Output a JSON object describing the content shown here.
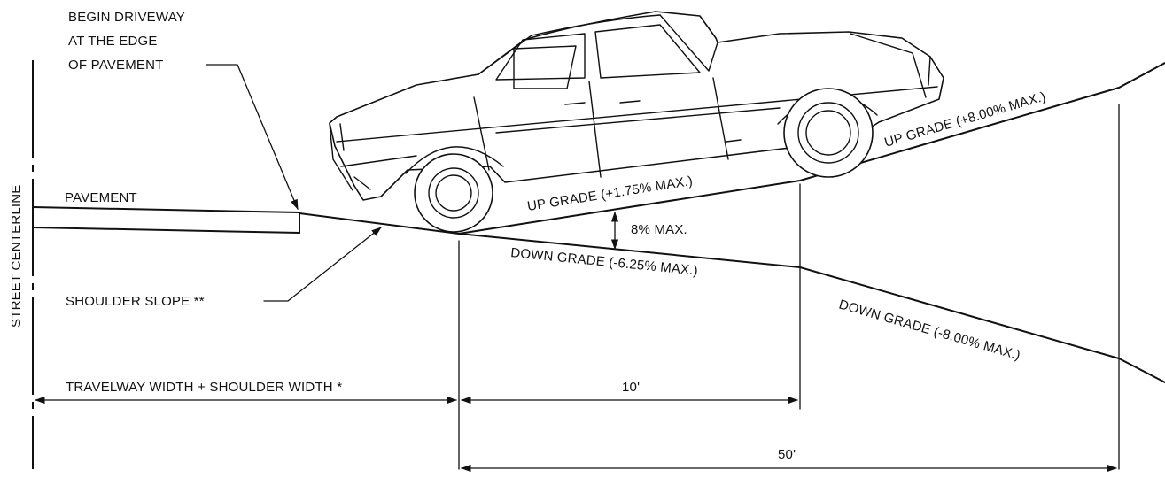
{
  "labels": {
    "begin_1": "BEGIN DRIVEWAY",
    "begin_2": "AT THE EDGE",
    "begin_3": "OF PAVEMENT",
    "pavement": "PAVEMENT",
    "shoulder_slope": "SHOULDER SLOPE **",
    "street_centerline": "STREET CENTERLINE",
    "travelway": "TRAVELWAY WIDTH + SHOULDER WIDTH *",
    "dim_10": "10'",
    "dim_50": "50'",
    "up_grade_1": "UP GRADE (+1.75% MAX.)",
    "up_grade_2": "UP GRADE (+8.00% MAX.)",
    "down_grade_1": "DOWN GRADE (-6.25% MAX.)",
    "down_grade_2": "DOWN GRADE (-8.00% MAX.)",
    "break": "8% MAX."
  }
}
